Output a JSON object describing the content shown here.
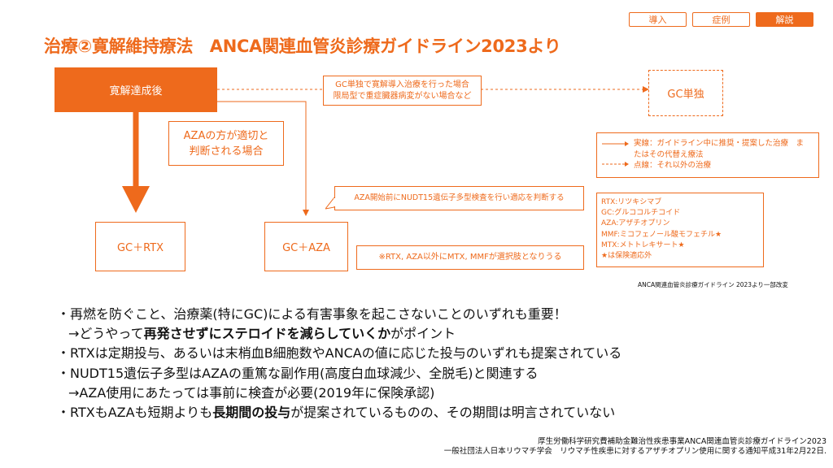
{
  "tabs": [
    "導入",
    "症例",
    "解説"
  ],
  "title": "治療②寛解維持療法　ANCA関連血管炎診療ガイドライン2023より",
  "diagram": {
    "remission_box": "寛解達成後",
    "gc_single_condition_line1": "GC単独で寛解導入治療を行った場合",
    "gc_single_condition_line2": "限局型で重症臓器病変がない場合など",
    "gc_single_box": "GC単独",
    "aza_appropriate_line1": "AZAの方が適切と",
    "aza_appropriate_line2": "判断される場合",
    "gc_rtx_box": "GC＋RTX",
    "gc_aza_box": "GC＋AZA",
    "nudt15_note": "AZA開始前にNUDT15遺伝子多型検査を行い適応を判断する",
    "mtx_mmf_note": "※RTX, AZA以外にMTX, MMFが選択肢となりうる"
  },
  "legend": {
    "solid_line1": "実線：ガイドライン中に推奨・提案した治療　ま",
    "solid_line2": "たはその代替え療法",
    "dashed_line": "点線：それ以外の治療"
  },
  "abbreviations": [
    "RTX:リツキシマブ",
    "GC:グルココルチコイド",
    "AZA:アザチオプリン",
    "MMF:ミコフェノール酸モフェチル★",
    "MTX:メトトレキサート★",
    "★は保険適応外"
  ],
  "source_note": "ANCA関連血管炎診療ガイドライン 2023より一部改変",
  "bullets": {
    "b1": "・再燃を防ぐこと、治療薬(特にGC)による有害事象を起こさないことのいずれも重要！",
    "b2_prefix": "→どうやって",
    "b2_bold": "再発させずにステロイドを減らしていくか",
    "b2_suffix": "がポイント",
    "b3": "・RTXは定期投与、あるいは末梢血B細胞数やANCAの値に応じた投与のいずれも提案されている",
    "b4": "・NUDT15遺伝子多型はAZAの重篤な副作用(高度白血球減少、全脱毛)と関連する",
    "b5": "→AZA使用にあたっては事前に検査が必要(2019年に保険承認)",
    "b6_prefix": "・RTXもAZAも短期よりも",
    "b6_bold": "長期間の投与",
    "b6_suffix": "が提案されているものの、その期間は明言されていない"
  },
  "footer": {
    "line1": "厚生労働科学研究費補助金難治性疾患事業ANCA関連血管炎診療ガイドライン2023",
    "line2": "一般社団法人日本リウマチ学会　リウマチ性疾患に対するアザチオプリン使用に関する通知平成31年2月22日."
  },
  "colors": {
    "accent": "#ee6a1c"
  }
}
